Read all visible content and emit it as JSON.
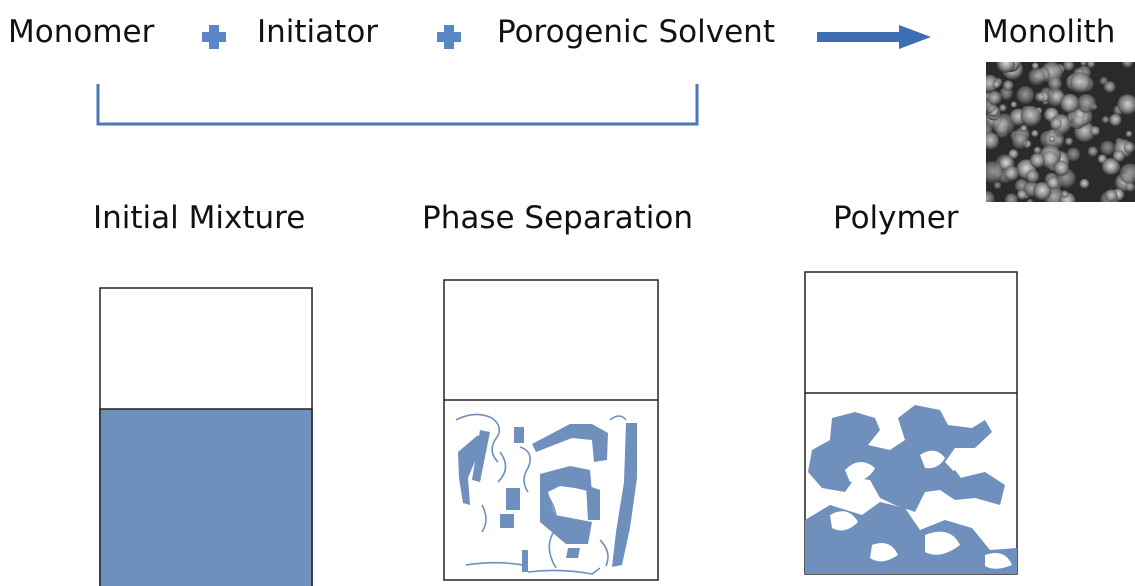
{
  "reactants": {
    "monomer": "Monomer",
    "initiator": "Initiator",
    "solvent": "Porogenic Solvent",
    "product": "Monolith",
    "plus_icon": "plus-icon",
    "arrow_icon": "right-arrow-icon"
  },
  "stages": {
    "initial": "Initial Mixture",
    "phase": "Phase Separation",
    "polymer": "Polymer"
  },
  "colors": {
    "fill": "#6f8fbd",
    "plus": "#5b86c5",
    "arrow": "#3b6eb2",
    "bracket": "#4a78b8",
    "outline": "#222222"
  }
}
